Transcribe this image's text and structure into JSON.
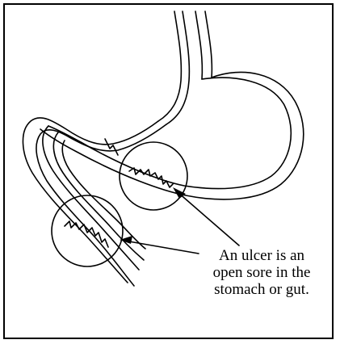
{
  "caption": {
    "line1": "An ulcer is an",
    "line2": "open sore in the",
    "line3": "stomach or gut."
  },
  "colors": {
    "ink": "#000000",
    "paper": "#ffffff"
  }
}
